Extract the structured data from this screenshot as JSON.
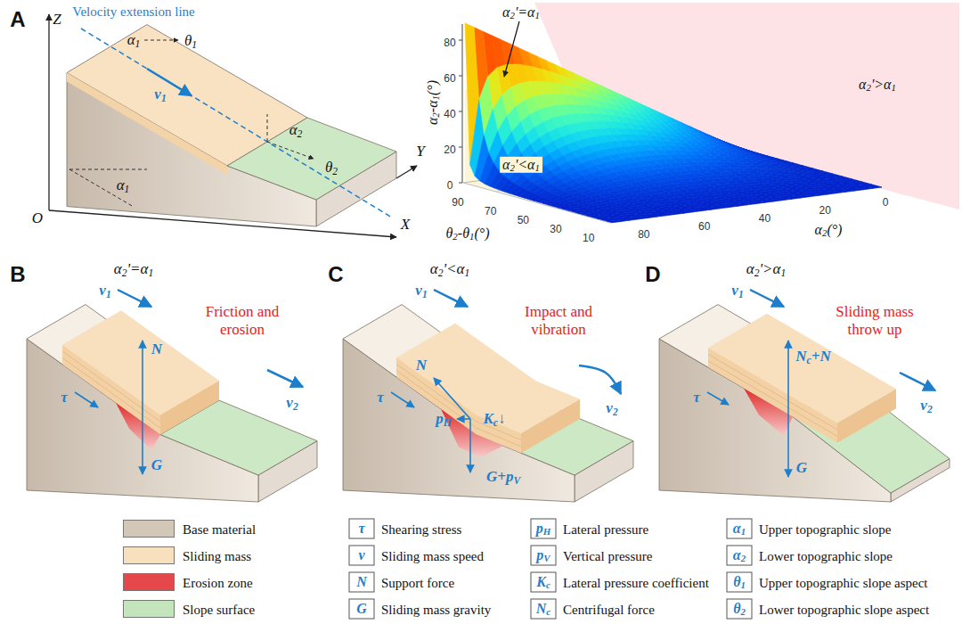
{
  "diagram": {
    "labels": [
      "A",
      "Velocity extension line",
      "Z",
      "Y",
      "X",
      "O",
      "α1",
      "θ1",
      "v1",
      "α2",
      "θ2",
      "α1",
      "α2'=α1",
      "α2'>α1",
      "α2'<α1",
      "α2-α1(°)",
      "θ2-θ1(°)",
      "α2(°)",
      "80",
      "60",
      "40",
      "20",
      "0",
      "90",
      "70",
      "50",
      "30",
      "10",
      "80",
      "60",
      "40",
      "20",
      "0",
      "B",
      "α2'=α1",
      "v1",
      "Friction and erosion",
      "N",
      "τ",
      "G",
      "v2",
      "C",
      "α2'<α1",
      "v1",
      "Impact and vibration",
      "v2",
      "N",
      "τ",
      "pH",
      "Kc↓",
      "G+pV",
      "D",
      "α2'>α1",
      "v1",
      "Sliding mass throw up",
      "Nc+N",
      "τ",
      "v2",
      "G",
      "τ",
      "v",
      "N",
      "G",
      "pH",
      "pV",
      "Kc",
      "Nc",
      "α1",
      "α2",
      "θ1",
      "θ2"
    ],
    "legend": [
      {
        "text": "Base material",
        "color": "#d3c7b8"
      },
      {
        "text": "Sliding mass",
        "color": "#f8e0bf"
      },
      {
        "text": "Erosion zone",
        "color": "#e5484a"
      },
      {
        "text": "Slope surface",
        "color": "#c4e5bb"
      },
      {
        "text": "Shearing stress"
      },
      {
        "text": "Sliding mass speed"
      },
      {
        "text": "Support force"
      },
      {
        "text": "Sliding mass gravity"
      },
      {
        "text": "Lateral pressure"
      },
      {
        "text": "Vertical pressure"
      },
      {
        "text": "Lateral pressure coefficient"
      },
      {
        "text": "Centrifugal force"
      },
      {
        "text": "Upper topographic slope"
      },
      {
        "text": "Lower topographic slope"
      },
      {
        "text": "Upper topographic slope aspect"
      },
      {
        "text": "Lower topographic slope aspect"
      }
    ]
  }
}
